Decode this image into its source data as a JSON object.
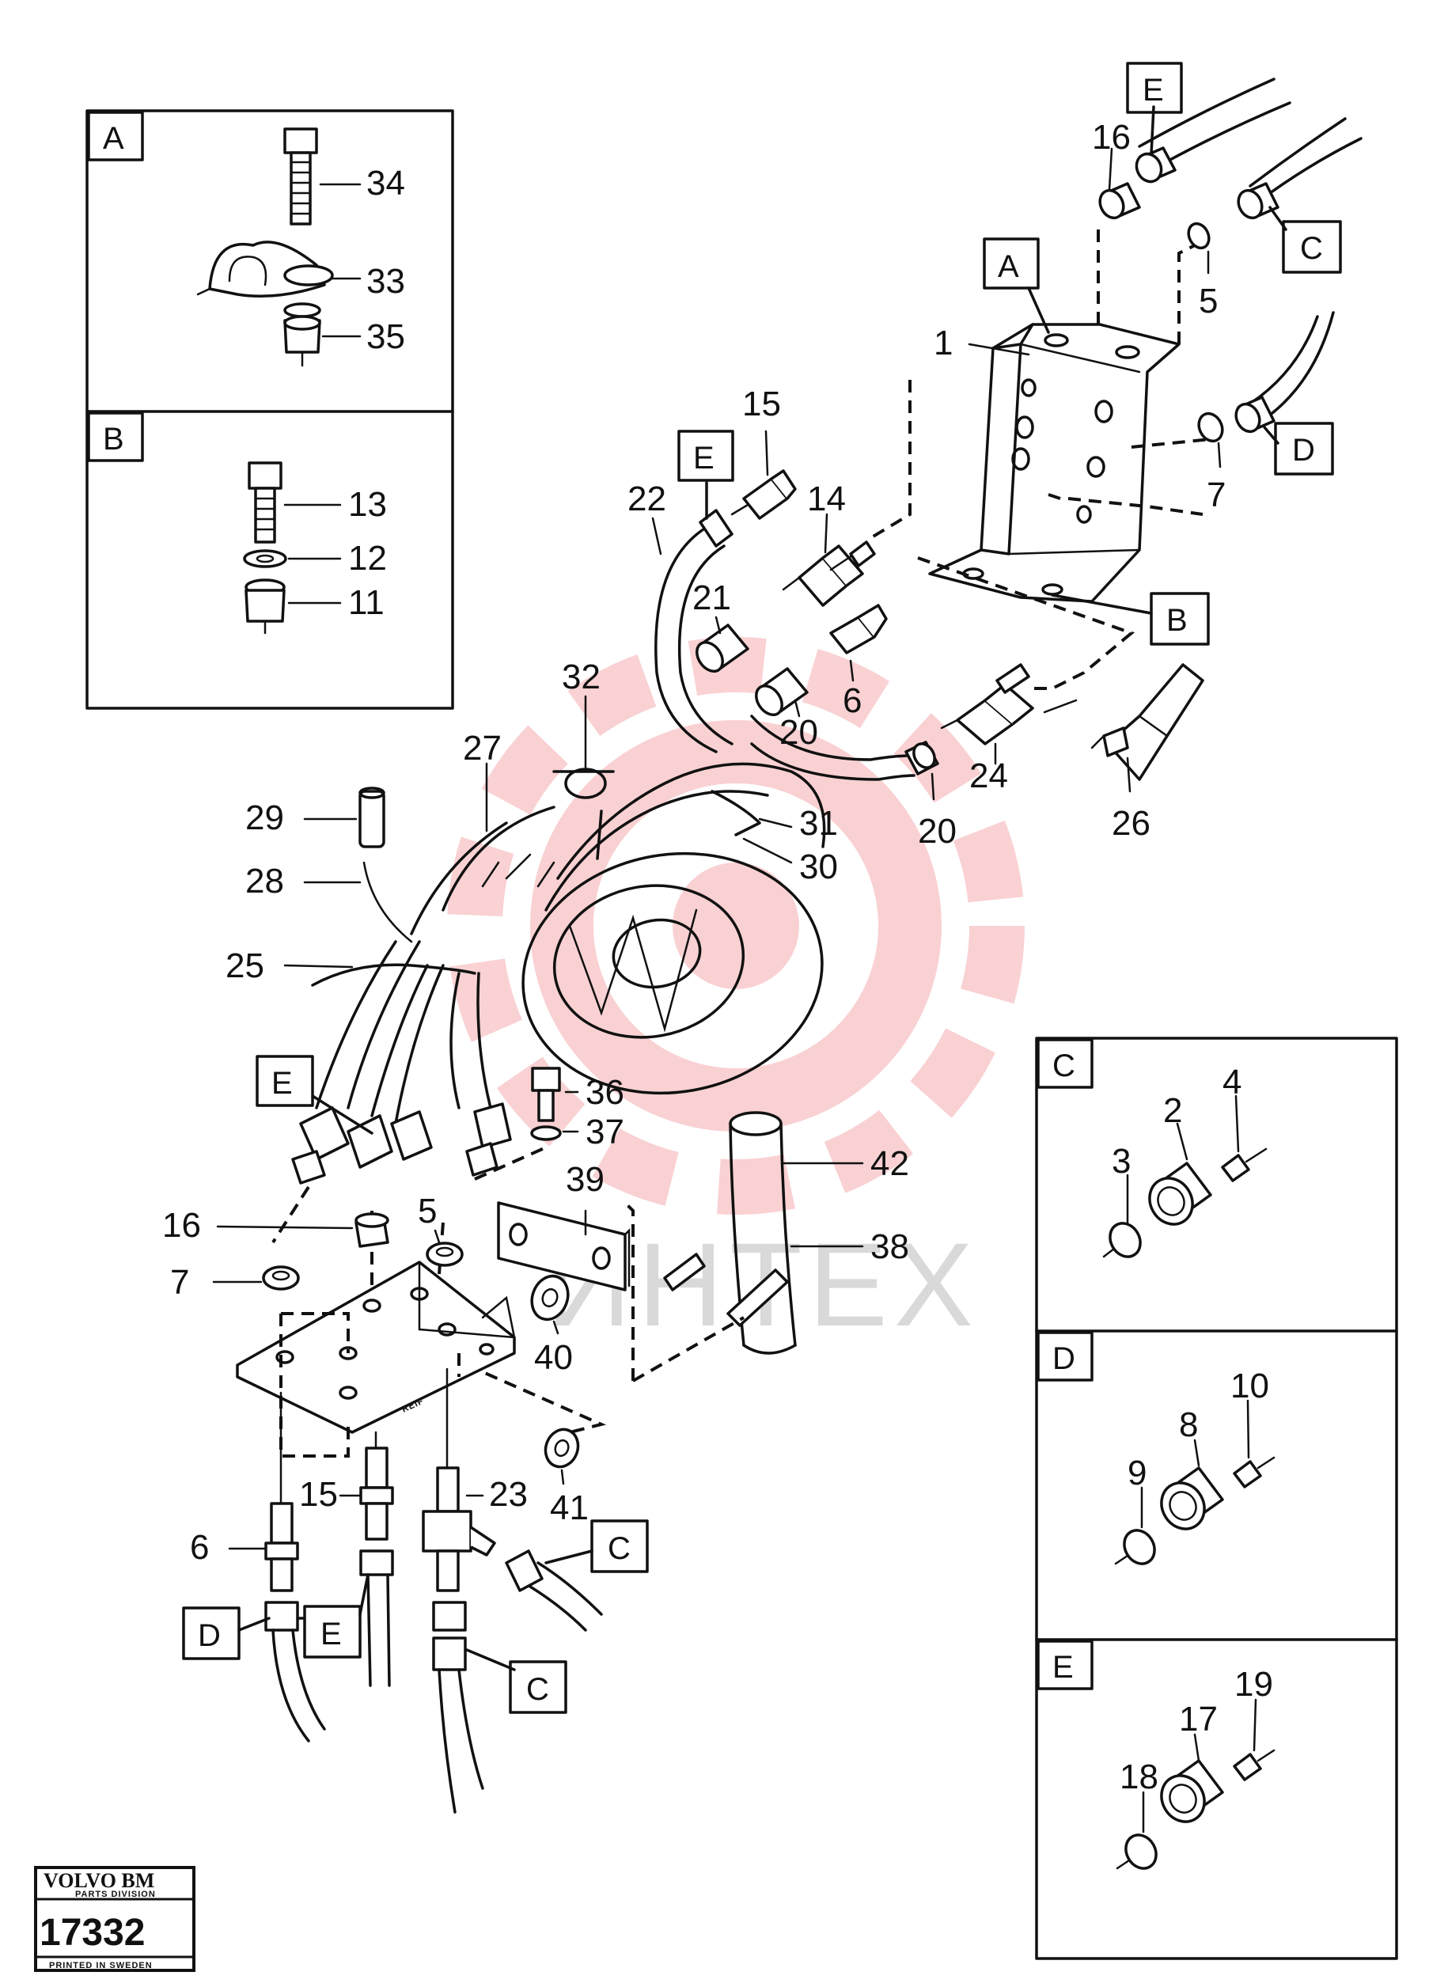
{
  "callouts": {
    "n1": "1",
    "n5a": "5",
    "n5b": "5",
    "n6a": "6",
    "n6b": "6",
    "n7a": "7",
    "n7b": "7",
    "n14": "14",
    "n15a": "15",
    "n15b": "15",
    "n16a": "16",
    "n16b": "16",
    "n20a": "20",
    "n20b": "20",
    "n21": "21",
    "n22": "22",
    "n23": "23",
    "n24": "24",
    "n25": "25",
    "n26": "26",
    "n27": "27",
    "n28": "28",
    "n29": "29",
    "n30": "30",
    "n31": "31",
    "n32": "32",
    "n36": "36",
    "n37": "37",
    "n38": "38",
    "n39": "39",
    "n40": "40",
    "n41": "41",
    "n42": "42"
  },
  "ref_tags": {
    "A": "A",
    "B": "B",
    "C": "C",
    "D": "D",
    "E": "E"
  },
  "detail_panels": {
    "A": {
      "label": "A",
      "parts": [
        "34",
        "33",
        "35"
      ]
    },
    "B": {
      "label": "B",
      "parts": [
        "13",
        "12",
        "11"
      ]
    },
    "C": {
      "label": "C",
      "parts": [
        "2",
        "4",
        "3"
      ]
    },
    "D": {
      "label": "D",
      "parts": [
        "8",
        "10",
        "9"
      ]
    },
    "E": {
      "label": "E",
      "parts": [
        "17",
        "19",
        "18"
      ]
    }
  },
  "bracket_marking": "REIF",
  "stamp": {
    "brand": "VOLVO BM",
    "division": "PARTS DIVISION",
    "number": "17332",
    "printed": "PRINTED IN SWEDEN"
  },
  "watermark": {
    "text": "ИНТЕХ",
    "color": "#e8333d"
  }
}
